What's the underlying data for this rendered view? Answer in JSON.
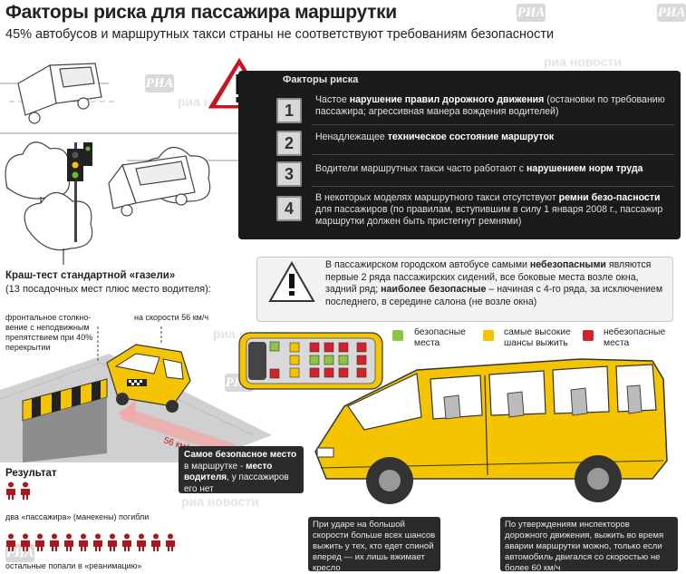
{
  "header": {
    "title": "Факторы риска для пассажира маршрутки",
    "subtitle": "45% автобусов и маршрутных такси страны не соответствуют требованиям безопасности"
  },
  "watermark": {
    "logo": "РИА",
    "text": "риа новости"
  },
  "risk_panel": {
    "title": "Факторы риска",
    "items": [
      {
        "num": "1",
        "pre": "Частое ",
        "bold": "нарушение правил дорожного движения",
        "post": " (остановки по требованию пассажира; агрессивная манера вождения водителей)"
      },
      {
        "num": "2",
        "pre": "Ненадлежащее ",
        "bold": "техническое состояние маршруток",
        "post": ""
      },
      {
        "num": "3",
        "pre": "Водители маршрутных такси часто работают с ",
        "bold": "нарушением норм труда",
        "post": ""
      },
      {
        "num": "4",
        "pre": "В некоторых моделях маршрутного такси отсутствуют ",
        "bold": "ремни безо-пасности",
        "post": " для пассажиров (по правилам, вступившим в силу 1 января 2008 г., пассажир маршрутки должен быть пристегнут ремнями)"
      }
    ]
  },
  "warning": {
    "pre": "В пассажирском городском автобусе самыми ",
    "bold1": "небезопасными",
    "mid": " являются первые 2 ряда пассажирских сидений, все боковые места возле окна, задний ряд; ",
    "bold2": "наиболее безопасные",
    "post": " – начиная с 4-го ряда, за исключением последнего, в середине салона (не возле окна)"
  },
  "legend": [
    {
      "label": "безопасные места",
      "color": "#8cc63f"
    },
    {
      "label": "самые высокие шансы выжить",
      "color": "#f5c400"
    },
    {
      "label": "небезопасные места",
      "color": "#d2232a"
    }
  ],
  "crash_test": {
    "title": "Краш-тест стандартной «газели»",
    "subtitle": "(13 посадочных мест плюс место водителя):",
    "frontal": "фронтальное столкно-вение с неподвижным препятствием при 40% перекрытии",
    "speed": "на скорости 56 км/ч",
    "arrow_label": "56 км/ч"
  },
  "result": {
    "title": "Результат",
    "dead_text": "два «пассажира» (манекены) погибли",
    "rest_text": "остальные попали в «реанимацию»",
    "dead_count": 2,
    "rest_count": 12
  },
  "safe_seat": {
    "bold": "Самое безопасное место",
    "pre": " в маршрутке - ",
    "bold2": "место водителя",
    "post": ", у пассажиров его нет"
  },
  "bottom_notes": [
    "При ударе на большой скорости больше всех шансов выжить у тех, кто едет спиной вперед — их лишь вжимает кресло",
    "По утверждениям инспекторов дорожного движения, выжить во время аварии маршрутки можно, только если автомобиль двигался со скоростью не более 60 км/ч"
  ],
  "colors": {
    "taxi_yellow": "#f5c400",
    "red": "#b0151b",
    "dark_panel": "#1b1b1b",
    "warning_red": "#c4161c"
  }
}
